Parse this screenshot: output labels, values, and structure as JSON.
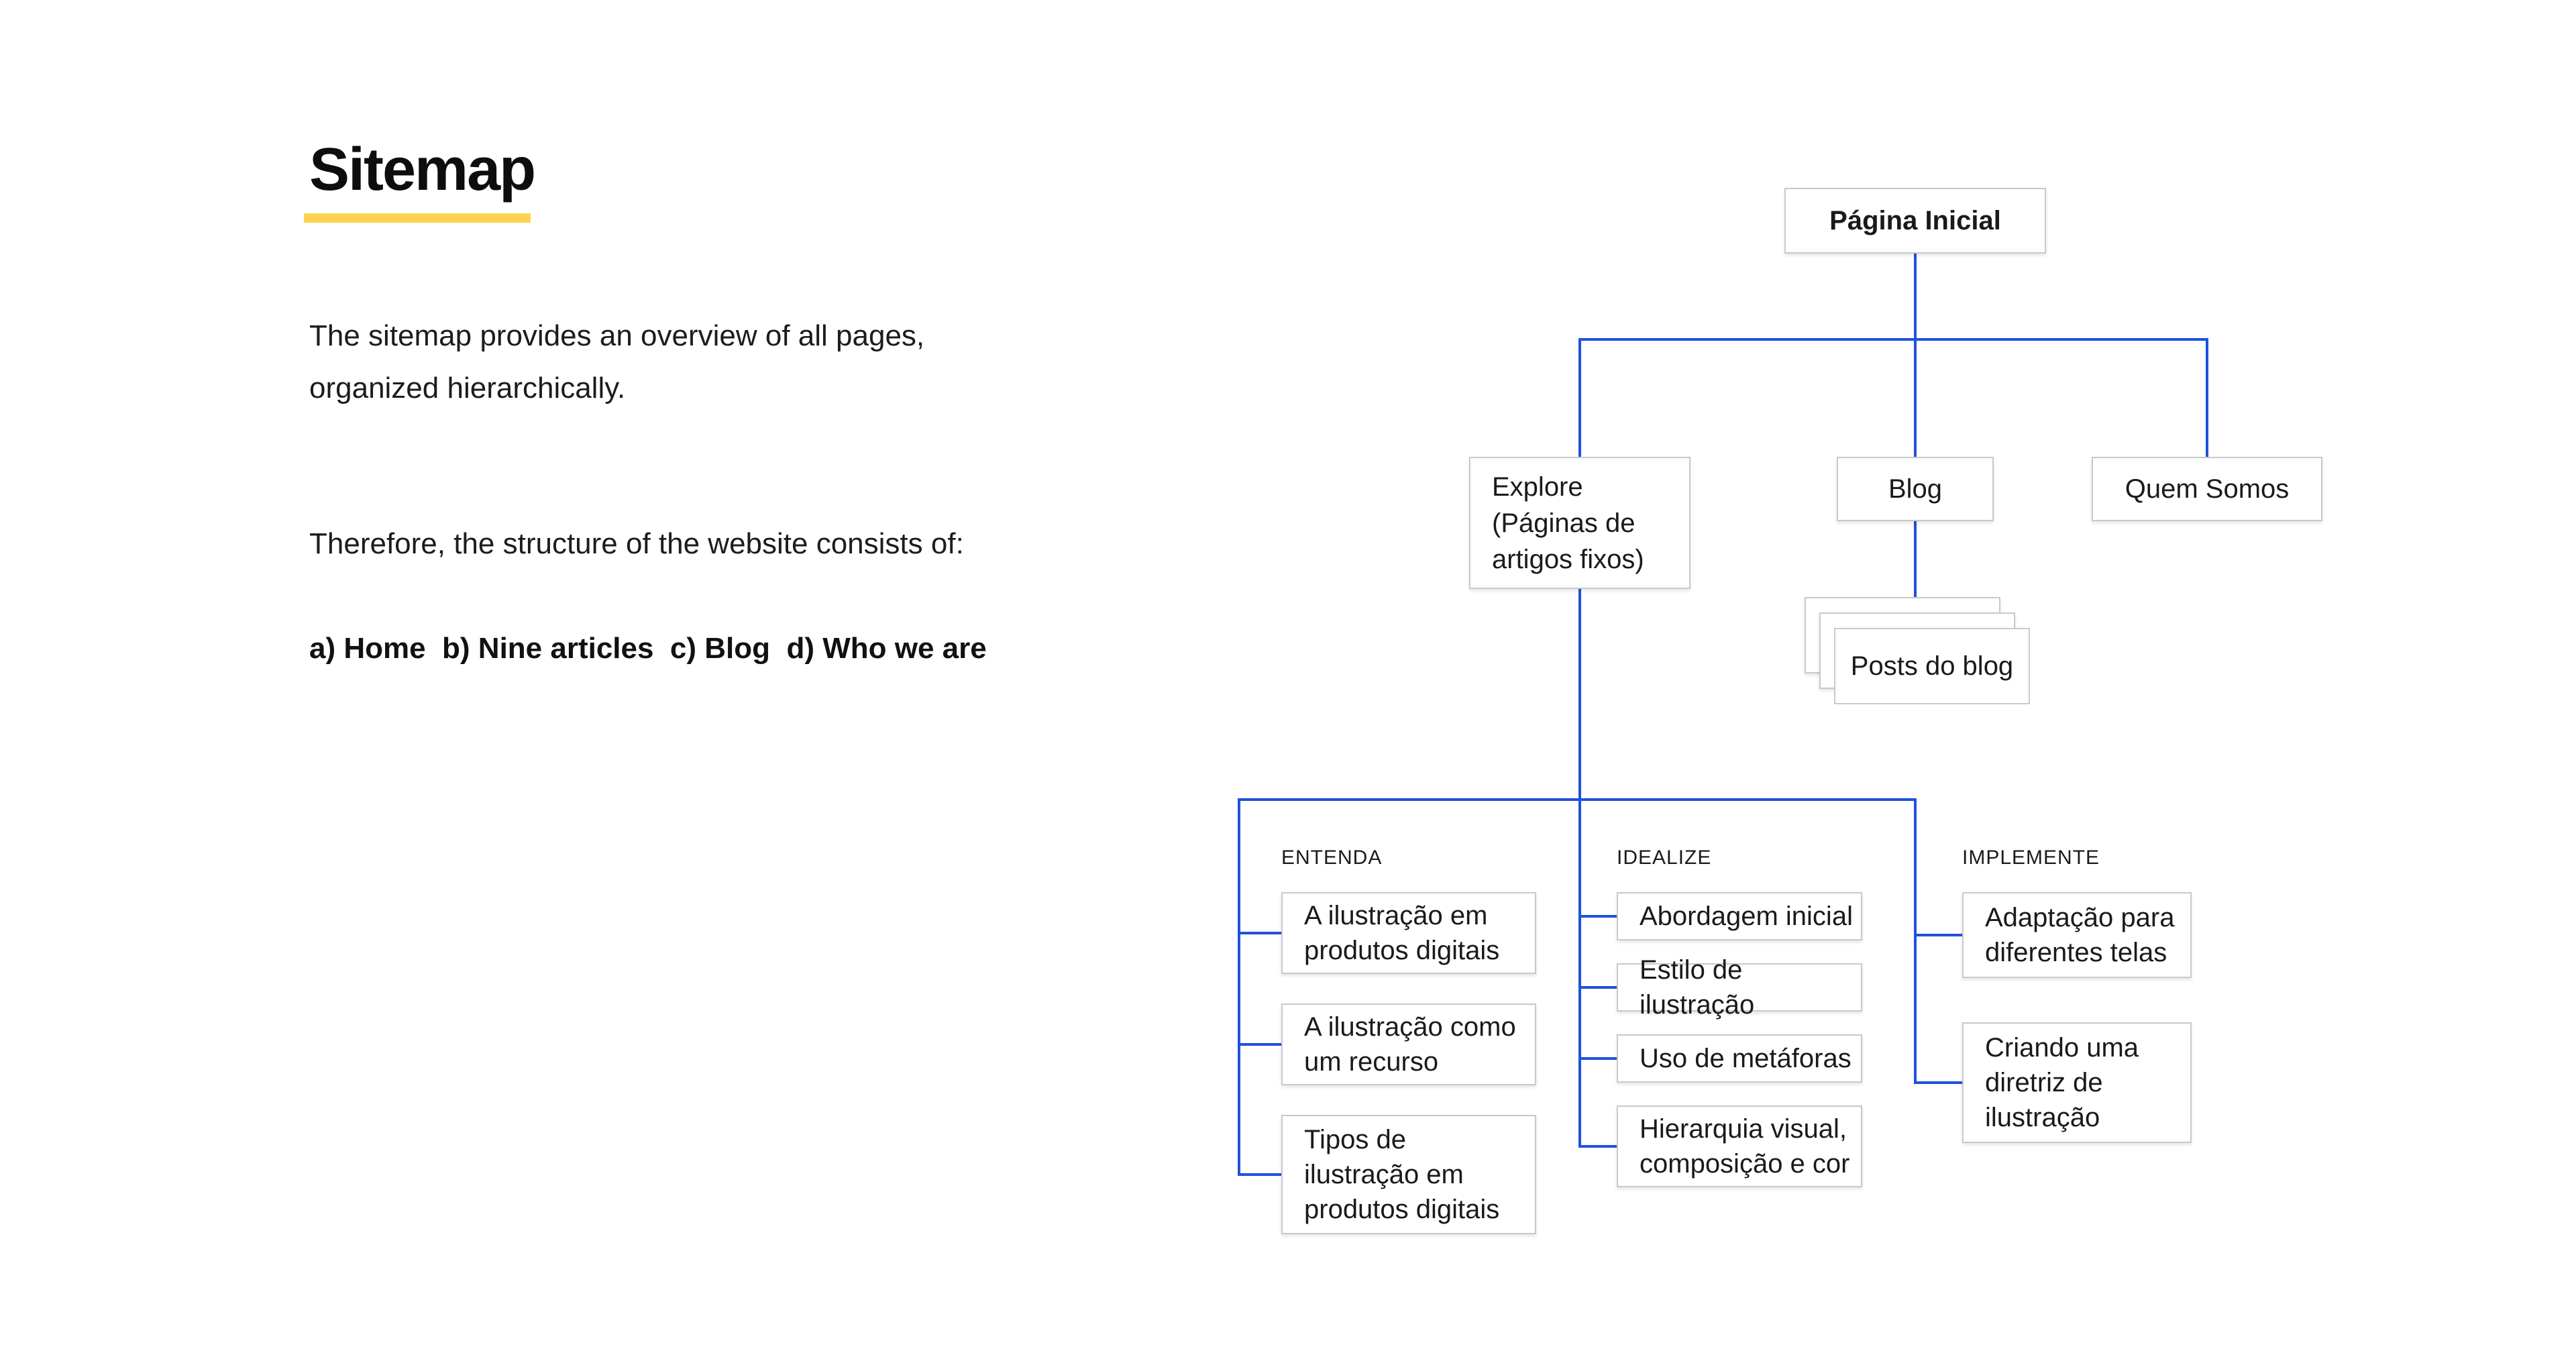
{
  "panel": {
    "title": "Sitemap",
    "intro": "The sitemap provides an overview of all pages,\norganized hierarchically.",
    "structure_intro": "Therefore, the structure of the website consists of:",
    "structure_items": "a) Home  b) Nine articles  c) Blog  d) Who we are"
  },
  "diagram": {
    "root": {
      "label": "Página Inicial"
    },
    "children": [
      {
        "label": "Explore\n(Páginas de\nartigos fixos)"
      },
      {
        "label": "Blog"
      },
      {
        "label": "Quem Somos"
      }
    ],
    "blog_stack": {
      "label": "Posts do blog"
    },
    "groups": [
      {
        "heading": "ENTENDA",
        "items": [
          {
            "label": "A ilustração em\nprodutos digitais"
          },
          {
            "label": "A ilustração como\num recurso"
          },
          {
            "label": "Tipos de\nilustração em\nprodutos digitais"
          }
        ]
      },
      {
        "heading": "IDEALIZE",
        "items": [
          {
            "label": "Abordagem inicial"
          },
          {
            "label": "Estilo de ilustração"
          },
          {
            "label": "Uso de metáforas"
          },
          {
            "label": "Hierarquia visual,\ncomposição e cor"
          }
        ]
      },
      {
        "heading": "IMPLEMENTE",
        "items": [
          {
            "label": "Adaptação para\ndiferentes telas"
          },
          {
            "label": "Criando uma\ndiretriz de\nilustração"
          }
        ]
      }
    ]
  },
  "colors": {
    "connector_blue": "#1e52de",
    "accent_yellow": "#ffd34d",
    "box_border_gray": "#c9c9c9",
    "text_dark": "#1a1a1a"
  }
}
